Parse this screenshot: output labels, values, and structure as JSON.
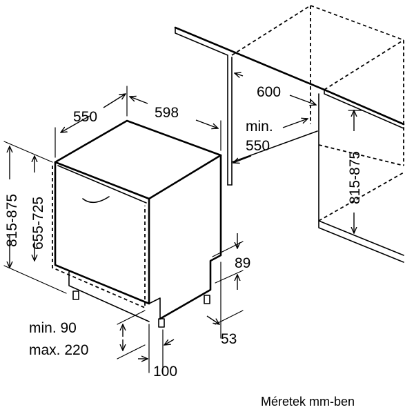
{
  "dimensions": {
    "width_front": "598",
    "depth_top": "550",
    "niche_depth": "600",
    "niche_min_label_1": "min.",
    "niche_min_label_2": "550",
    "niche_height": "815-875",
    "total_height": "815-875",
    "front_height": "655-725",
    "plinth_89": "89",
    "plinth_53": "53",
    "door_gap_min": "min. 90",
    "door_gap_max": "max. 220",
    "foot_100": "100"
  },
  "caption": "Méretek mm-ben"
}
